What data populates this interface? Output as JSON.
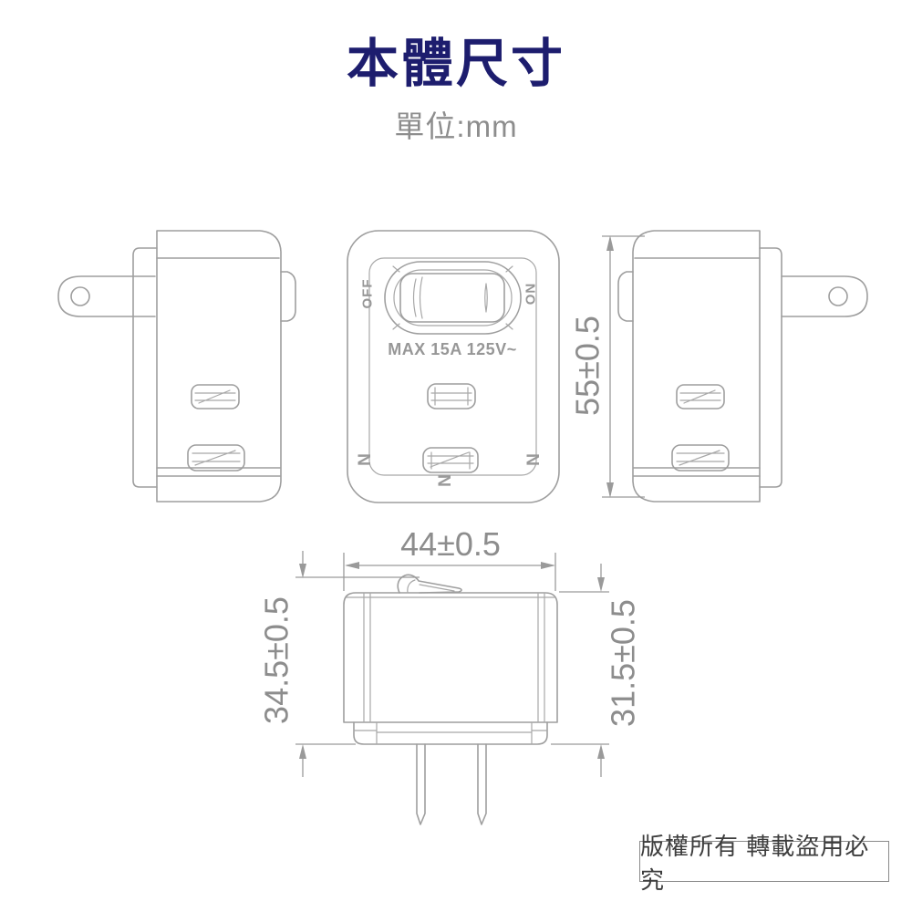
{
  "header": {
    "title": "本體尺寸",
    "subtitle": "單位:mm"
  },
  "front_view": {
    "switch_off_label": "OFF",
    "switch_on_label": "ON",
    "rating_text": "MAX 15A 125V~",
    "neutral_mark_left": "N",
    "neutral_mark_right": "N",
    "neutral_mark_center": "N"
  },
  "dimensions": {
    "body_height": "55±0.5",
    "body_width": "44±0.5",
    "depth_with_switch": "34.5±0.5",
    "depth_body": "31.5±0.5"
  },
  "footer": {
    "copyright": "版權所有 轉載盜用必究"
  },
  "colors": {
    "title_navy": "#1d1d6e",
    "line_gray": "#9e9e9e",
    "dim_text_gray": "#8d8d8d",
    "copyright_text": "#3d3d3d"
  }
}
